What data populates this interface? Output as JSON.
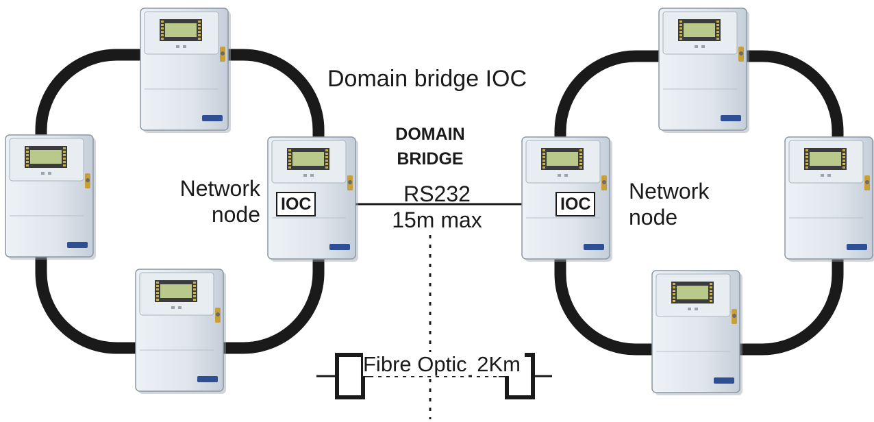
{
  "title": "Domain bridge IOC",
  "left_network": {
    "label_line1": "Network",
    "label_line2": "node",
    "ioc_label": "IOC"
  },
  "right_network": {
    "label_line1": "Network",
    "label_line2": "node",
    "ioc_label": "IOC"
  },
  "domain_bridge": {
    "line1": "DOMAIN",
    "line2": "BRIDGE"
  },
  "rs232": {
    "line1": "RS232",
    "line2": "15m max"
  },
  "fibre": {
    "line1": "Fibre Optic",
    "line2": "2Km"
  },
  "panel_count": 8,
  "colors": {
    "ring": "#1a1a1a",
    "panel": "#dfe5ec",
    "display": "#b9c98c",
    "badge": "#2f4f94",
    "key": "#c7a03a"
  }
}
